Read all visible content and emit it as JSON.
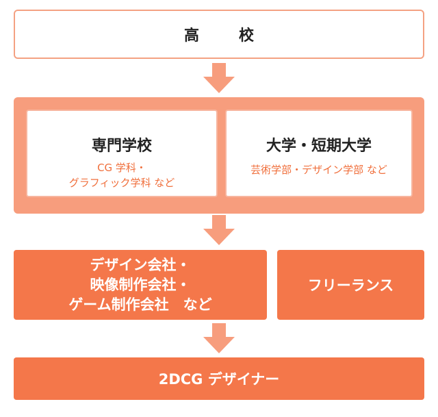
{
  "top": {
    "label": "高　校"
  },
  "mid": {
    "left": {
      "title": "専門学校",
      "sub1": "CG 学科・",
      "sub2": "グラフィック学科 など"
    },
    "right": {
      "title": "大学・短期大学",
      "sub1": "芸術学部・デザイン学部 など"
    }
  },
  "companies": {
    "line1": "デザイン会社・",
    "line2": "映像制作会社・",
    "line3": "ゲーム制作会社　など"
  },
  "freelance": {
    "label": "フリーランス"
  },
  "final": {
    "label": "2DCG デザイナー"
  },
  "colors": {
    "arrow": "#f79d7d",
    "panel": "#f79d7d",
    "orange": "#f4774a",
    "accent_text": "#f06f3c"
  }
}
